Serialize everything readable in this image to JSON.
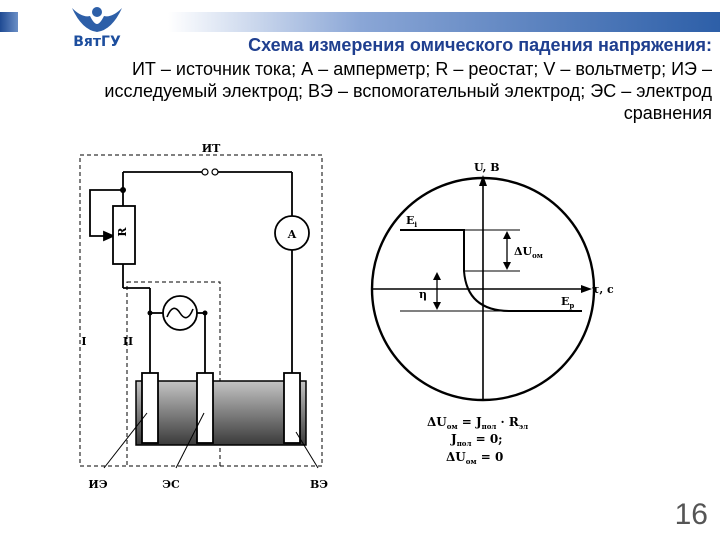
{
  "header": {
    "logo_text": "ВятГУ",
    "accent_color": "#2d5fa8",
    "title_color": "#1f3f8f"
  },
  "title": "Схема измерения омического падения напряжения:",
  "subtitle": "ИТ – источник тока; А – амперметр;  R – реостат; V – вольтметр;  ИЭ – исследуемый электрод; ВЭ – вспомогательный  электрод; ЭС – электрод сравнения",
  "circuit": {
    "source_label": "ИТ",
    "ammeter_label": "А",
    "rheostat_label": "R",
    "region_1_label": "I",
    "region_2_label": "II",
    "electrode_1_label": "ИЭ",
    "electrode_2_label": "ЭС",
    "electrode_3_label": "ВЭ",
    "voltmeter_icon": "sine-wave-icon"
  },
  "graph": {
    "y_axis_label": "U, В",
    "x_axis_label": "τ, с",
    "ei_label": "E",
    "ei_sub": "i",
    "ep_label": "E",
    "ep_sub": "р",
    "delta_u_label": "ΔU",
    "delta_u_sub": "ом",
    "eta_label": "η"
  },
  "equations": {
    "line1_a": "ΔU",
    "line1_a_sub": "ом",
    "line1_b": " = J",
    "line1_b_sub": "пол",
    "line1_c": " · R",
    "line1_c_sub": "эл",
    "line2_a": "J",
    "line2_a_sub": "пол",
    "line2_b": " = 0;",
    "line3_a": "ΔU",
    "line3_a_sub": "ом",
    "line3_b": " = 0"
  },
  "page_number": "16"
}
